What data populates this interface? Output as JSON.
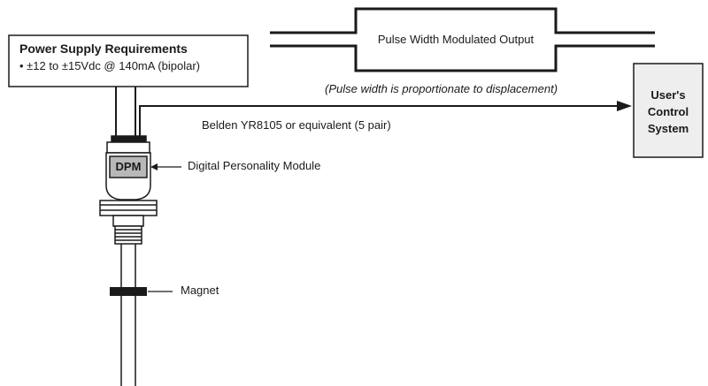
{
  "power_supply": {
    "title": "Power Supply Requirements",
    "detail": "• ±12 to ±15Vdc @ 140mA (bipolar)"
  },
  "pwm": {
    "label": "Pulse Width Modulated Output",
    "note": "(Pulse width is proportionate to displacement)"
  },
  "cable": {
    "label": "Belden YR8105 or equivalent (5 pair)"
  },
  "control_system": {
    "line1": "User's",
    "line2": "Control",
    "line3": "System"
  },
  "dpm": {
    "badge": "DPM",
    "label": "Digital Personality Module"
  },
  "magnet": {
    "label": "Magnet"
  },
  "colors": {
    "line": "#1a1a1a",
    "box_fill": "#eeeeee",
    "dpm_fill": "#b8b8b8",
    "sensor_fill": "#ffffff"
  }
}
